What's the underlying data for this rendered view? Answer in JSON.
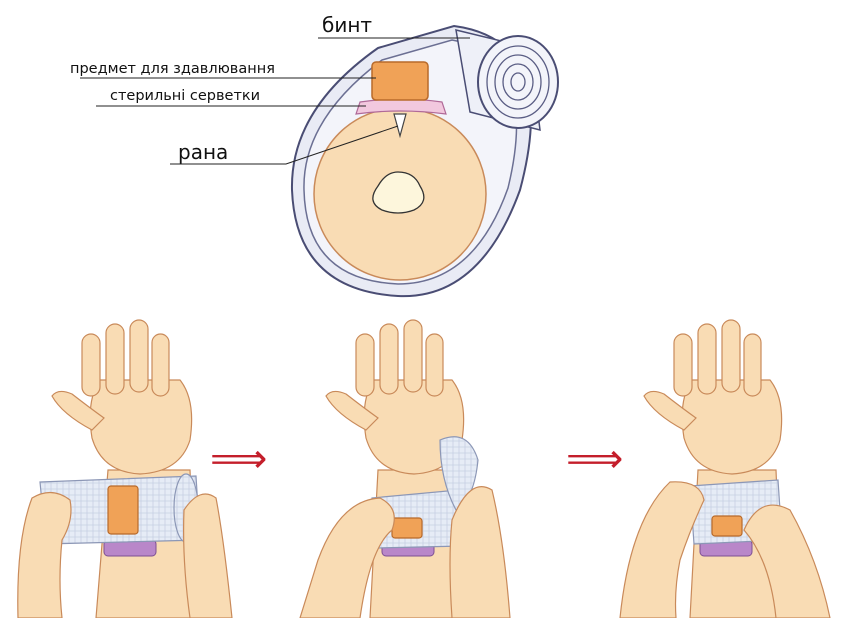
{
  "labels": {
    "bandage": "бинт",
    "pressure_object": "предмет для здавлювання",
    "sterile_wipes": "стерильні серветки",
    "wound": "рана"
  },
  "steps": [
    {
      "name": "step-1"
    },
    {
      "name": "step-2"
    },
    {
      "name": "step-3"
    }
  ],
  "arrow_symbol": "⟹",
  "colors": {
    "skin": "#f9dcb4",
    "skin_outline": "#c98a5a",
    "bandage_fill": "#e9ebf5",
    "bandage_outline": "#4a4d74",
    "pad_orange": "#f0a257",
    "wipe_pink": "#f2c8de",
    "wipe_purple": "#b987c9",
    "arrow_red": "#c41e2b"
  }
}
